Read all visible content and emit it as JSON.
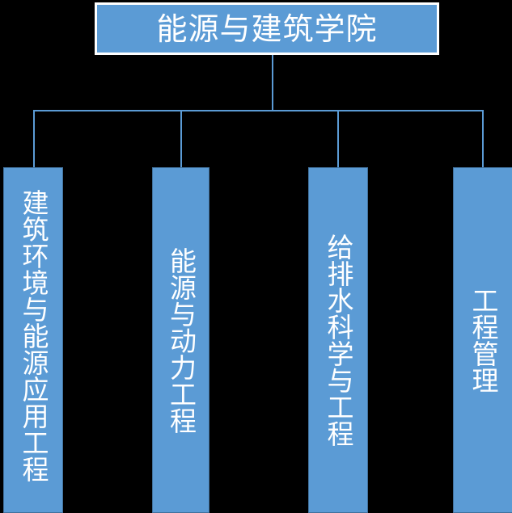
{
  "diagram": {
    "type": "organization-chart",
    "orientation": "top-down",
    "colors": {
      "node_fill": "#5B9BD5",
      "node_border": "#41719C",
      "root_border": "#FFFFFF",
      "connector": "#5B9BD5",
      "text": "#FFFFFF",
      "background": "#000000"
    },
    "root": {
      "label": "能源与建筑学院"
    },
    "children": [
      {
        "label": "建筑环境与能源应用工程"
      },
      {
        "label": "能源与动力工程"
      },
      {
        "label": "给排水科学与工程"
      },
      {
        "label": "工程管理"
      }
    ]
  }
}
